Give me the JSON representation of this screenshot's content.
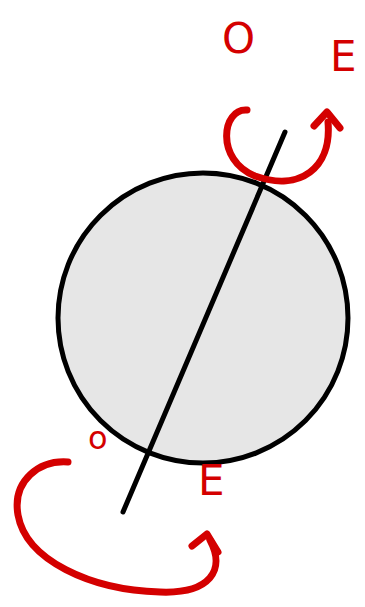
{
  "diagram": {
    "labels": [
      "O",
      "E",
      "o",
      "E"
    ]
  }
}
